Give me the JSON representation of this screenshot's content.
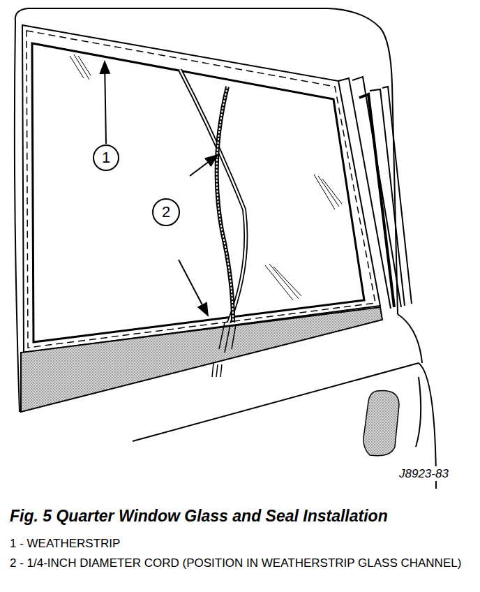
{
  "diagram": {
    "caption": "Fig. 5 Quarter Window Glass and Seal Installation",
    "nodes": [
      {
        "text": [
          "1"
        ]
      },
      {
        "text": [
          "2"
        ]
      }
    ],
    "labels": [
      "J8923-83",
      "1 - WEATHERSTRIP",
      "2 - 1/4-INCH DIAMETER CORD (POSITION IN WEATHERSTRIP GLASS CHANNEL)"
    ]
  }
}
